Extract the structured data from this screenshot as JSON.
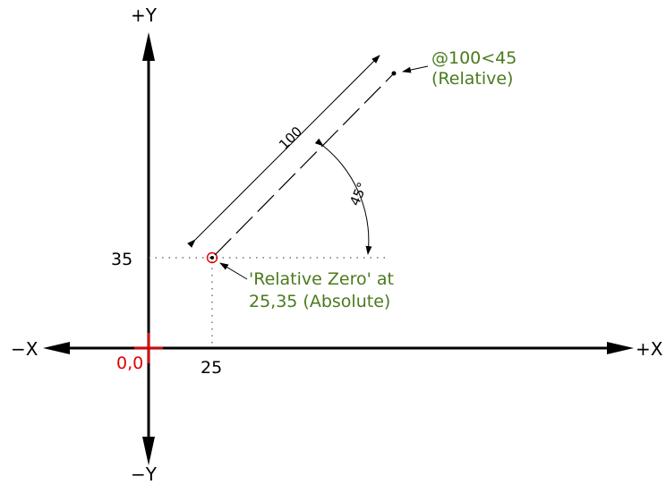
{
  "axes": {
    "x_pos": "+X",
    "x_neg": "−X",
    "y_pos": "+Y",
    "y_neg": "−Y",
    "origin": "0,0"
  },
  "ticks": {
    "x_value": "25",
    "y_value": "35"
  },
  "annotations": {
    "target_line1": "@100<45",
    "target_line2": "(Relative)",
    "zero_line1": "'Relative Zero' at",
    "zero_line2": "25,35 (Absolute)"
  },
  "dimensions": {
    "length": "100",
    "angle": "45°"
  },
  "colors": {
    "annotation": "#4b7a1e",
    "origin": "#e00000",
    "axis": "#000000"
  },
  "icons": {
    "origin_marker": "red-cross",
    "relative_zero_marker": "red-circle-dot"
  }
}
